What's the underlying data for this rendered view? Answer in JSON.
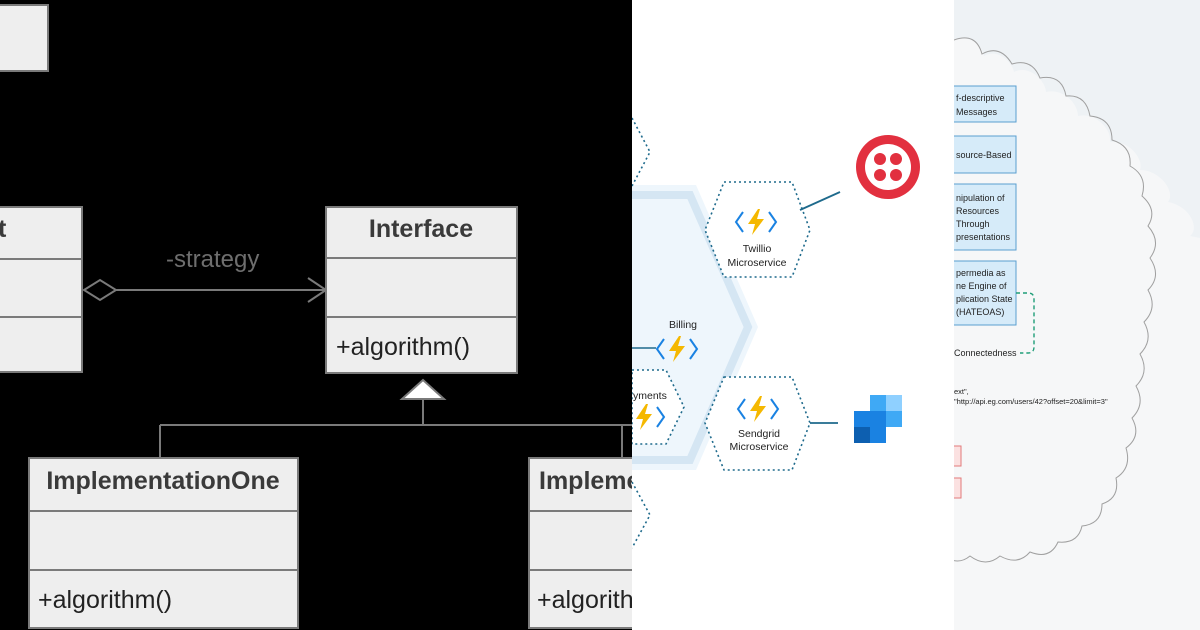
{
  "uml": {
    "context_title_fragment": "t",
    "strategy_label": "-strategy",
    "interface_title": "Interface",
    "interface_method": "+algorithm()",
    "impl_one_title": "ImplementationOne",
    "impl_one_method": "+algorithm()",
    "impl_two_title_fragment": "Impleme",
    "impl_two_method_fragment": "+algorith",
    "top_box_fragment": ":"
  },
  "azure": {
    "twillio_label_line1": "Twillio",
    "twillio_label_line2": "Microservice",
    "sendgrid_label_line1": "Sendgrid",
    "sendgrid_label_line2": "Microservice",
    "billing_label": "Billing",
    "payments_label_fragment": "yments",
    "colors": {
      "accent": "#1e6a8c",
      "function_yellow": "#f5b800",
      "twilio_red": "#e2303f",
      "sendgrid_blue": "#1a82e2",
      "hex_fill": "#eef6fc"
    },
    "icons": [
      "azure-function-icon",
      "twilio-logo-icon",
      "sendgrid-logo-icon"
    ]
  },
  "rest": {
    "box1_line1": "f-descriptive",
    "box1_line2": "Messages",
    "box2_line1": "source-Based",
    "box3_line1": "nipulation of",
    "box3_line2": "Resources",
    "box3_line3": "Through",
    "box3_line4": "presentations",
    "box4_line1": "permedia as",
    "box4_line2": "ne Engine of",
    "box4_line3": "plication State",
    "box4_line4": "(HATEOAS)",
    "connectedness": "Connectedness",
    "code_line1": "ext\",",
    "code_line2": "\"http://api.eg.com/users/42?offset=20&limit=3\""
  }
}
